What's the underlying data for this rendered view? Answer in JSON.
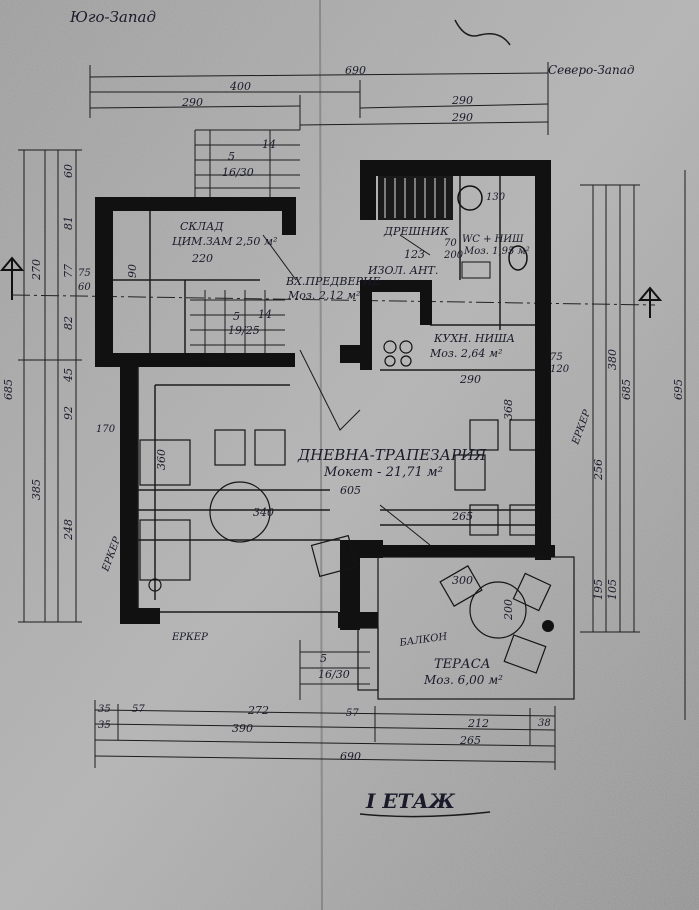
{
  "orientation": {
    "southwest": "Юго-Запад",
    "northwest": "Северо-Запад"
  },
  "floor_title": "I ЕТАЖ",
  "rooms": {
    "storage": {
      "name": "СКЛАД",
      "detail": "ЦИМ.ЗАМ 2,50 м²"
    },
    "entrance": {
      "name": "ВХ.ПРЕДВЕРИЕ",
      "detail": "Моз. 2,12 м²"
    },
    "pantry": {
      "name": "ДРЕШНИК"
    },
    "wc": {
      "name": "WC + НИШ",
      "detail": "Моз. 1,95 м²"
    },
    "insulation": {
      "name": "ИЗОЛ. АНТ."
    },
    "kitchen": {
      "name": "КУХН. НИША",
      "detail": "Моз. 2,64 м²"
    },
    "living": {
      "name": "ДНЕВНА-ТРАПЕЗАРИЯ",
      "detail": "Мокет - 21,71 м²"
    },
    "terrace": {
      "name": "ТЕРАСА",
      "detail": "Моз. 6,00 м²"
    },
    "balcony": {
      "name": "БАЛКОН"
    },
    "bay_left": {
      "name": "ЕРКЕР"
    },
    "bay_bottom": {
      "name": "ЕРКЕР"
    },
    "bay_right": {
      "name": "ЕРКЕР"
    }
  },
  "stairs": {
    "top": {
      "count": "14",
      "size": "16/30",
      "steps": "5"
    },
    "mid": {
      "count": "14",
      "size": "19/25",
      "steps": "5"
    },
    "bottom": {
      "count": "5",
      "size": "16/30"
    }
  },
  "dimensions": {
    "top_total": "690",
    "top_a": "400",
    "top_b": "290",
    "top_c": "290",
    "top_d": "290",
    "bottom_total": "690",
    "bottom_a": "390",
    "bottom_b": "265",
    "bottom_c": "272",
    "bottom_d": "212",
    "bottom_35a": "35",
    "bottom_35b": "35",
    "bottom_57a": "57",
    "bottom_57b": "57",
    "bottom_38": "38",
    "left_total": "685",
    "left_270": "270",
    "left_385": "385",
    "left_248": "248",
    "left_60": "60",
    "left_81": "81",
    "left_77": "77",
    "left_82": "82",
    "left_45": "45",
    "left_92": "92",
    "right_total": "695",
    "right_685": "685",
    "right_380": "380",
    "right_256": "256",
    "right_195": "195",
    "right_105": "105",
    "inner_220": "220",
    "inner_123": "123",
    "inner_290": "290",
    "inner_605": "605",
    "inner_265": "265",
    "inner_340": "340",
    "inner_360": "360",
    "inner_368": "368",
    "inner_300": "300",
    "inner_200": "200",
    "inner_130": "130",
    "inner_90": "90",
    "inner_170": "170",
    "inner_75a": "75",
    "inner_60": "60",
    "inner_75b": "75",
    "inner_120": "120",
    "inner_70": "70",
    "inner_200b": "200"
  }
}
